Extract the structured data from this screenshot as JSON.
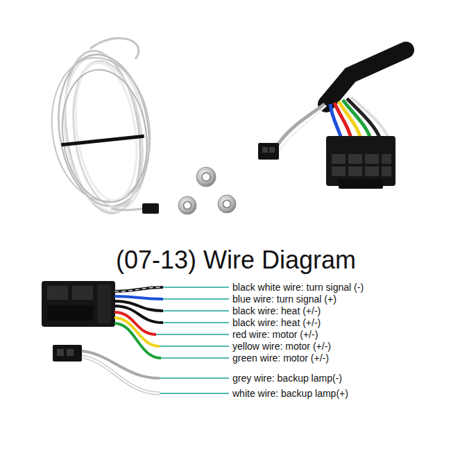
{
  "diagram": {
    "title": "(07-13) Wire Diagram",
    "labels": [
      "black white wire: turn signal (-)",
      "blue wire: turn signal (+)",
      "black wire: heat (+/-)",
      "black wire: heat (+/-)",
      "red wire: motor (+/-)",
      "yellow wire: motor (+/-)",
      "green wire: motor (+/-)",
      "grey wire: backup lamp(-)",
      "white wire: backup lamp(+)"
    ]
  }
}
